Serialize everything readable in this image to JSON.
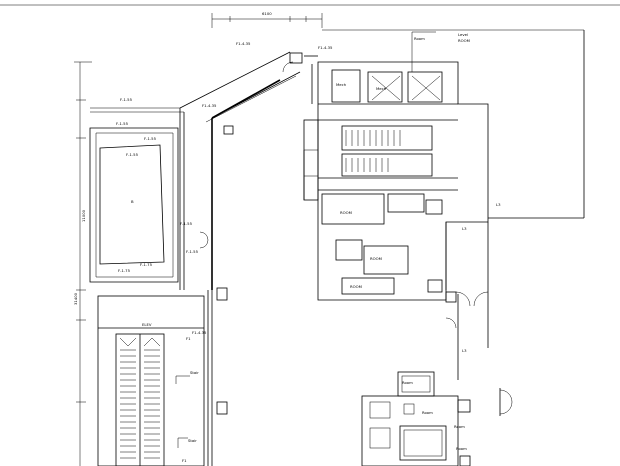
{
  "drawing": {
    "top_dimension": "6100",
    "left_total_dimension": "31400",
    "left_segment_dimension": "11000",
    "labels": {
      "upper_left_level": "F-1.55",
      "upper_left_level2": "F-1.55",
      "upper_left_room": "F-1.55",
      "upper_left_room_mid": "F-1.55",
      "room_center_mark": "B",
      "room_bottom_level": "F-1.75",
      "room_bottom_level2": "F-1.75",
      "corridor_label_1": "F1-4.35",
      "corridor_label_2": "F1-4.35",
      "corridor_label_3": "F1-4.35",
      "escalator_label": "ELEV",
      "escalator_mark": "F1-4.35",
      "stair_label_1": "Stair",
      "stair_label_2": "Stair",
      "bottom_mark": "F1",
      "top_right_room_tag": "Room",
      "top_right_level": "Level",
      "top_right_code": "ROOM",
      "mech_room_1": "Mech",
      "mech_room_2": "Mech",
      "hatched_room_code": "ROOM",
      "hatched_room_code2": "ROOM",
      "hatched_room_code3": "ROOM",
      "right_corridor": "L3",
      "right_corridor2": "L3",
      "right_corridor3": "L3",
      "lower_right_room": "Room",
      "lower_right_room2": "Room",
      "lower_right_room3": "Room",
      "lower_right_room4": "Room",
      "left_entry_mark": "F1"
    }
  }
}
